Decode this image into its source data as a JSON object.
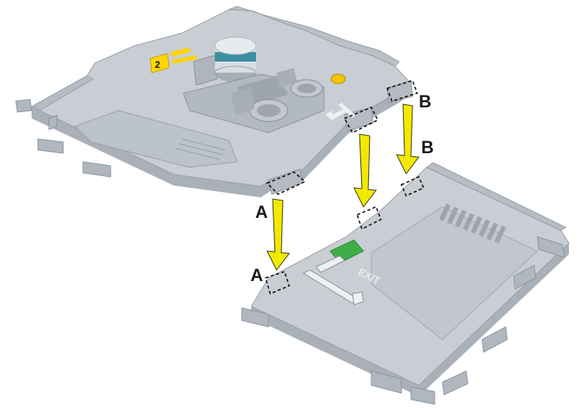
{
  "colors": {
    "plastic_top": "#c8ced4",
    "plastic_side": "#a9b0b7",
    "plastic_dark": "#8e959c",
    "plastic_shadow": "#7c838a",
    "arrow_fill": "#f2e800",
    "badge_yellow": "#ffd400",
    "green_label": "#3fae49",
    "teal_band": "#3a8fa0"
  },
  "callouts": {
    "a_upper": "A",
    "a_lower": "A",
    "b_upper": "B",
    "b_lower": "B"
  },
  "markings": {
    "exit_text": "EXIT",
    "badge_number": "2"
  }
}
